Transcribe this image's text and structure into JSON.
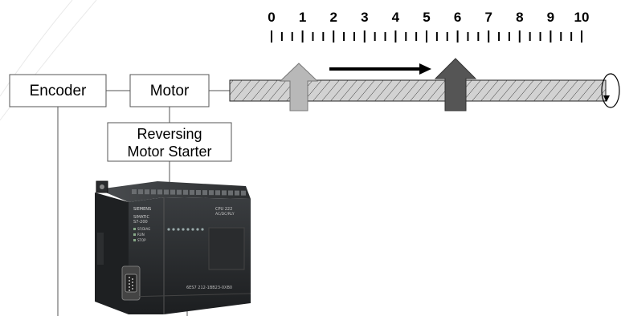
{
  "scale": {
    "labels": [
      "0",
      "1",
      "2",
      "3",
      "4",
      "5",
      "6",
      "7",
      "8",
      "9",
      "10"
    ]
  },
  "blocks": {
    "encoder": "Encoder",
    "motor": "Motor",
    "starter_line1": "Reversing",
    "starter_line2": "Motor Starter"
  },
  "plc": {
    "brand": "SIEMENS",
    "model_line1": "SIMATIC",
    "model_line2": "S7-200",
    "status": [
      "SF/DIAG",
      "RUN",
      "STOP"
    ],
    "cpu_label": "CPU 222",
    "cpu_sub": "AC/DC/RLY",
    "part_number": "6ES7 212-1BB23-0XB0"
  },
  "colors": {
    "start_arrow": "#b8b8b8",
    "end_arrow": "#555555",
    "shaft": "#d2d2d2"
  }
}
